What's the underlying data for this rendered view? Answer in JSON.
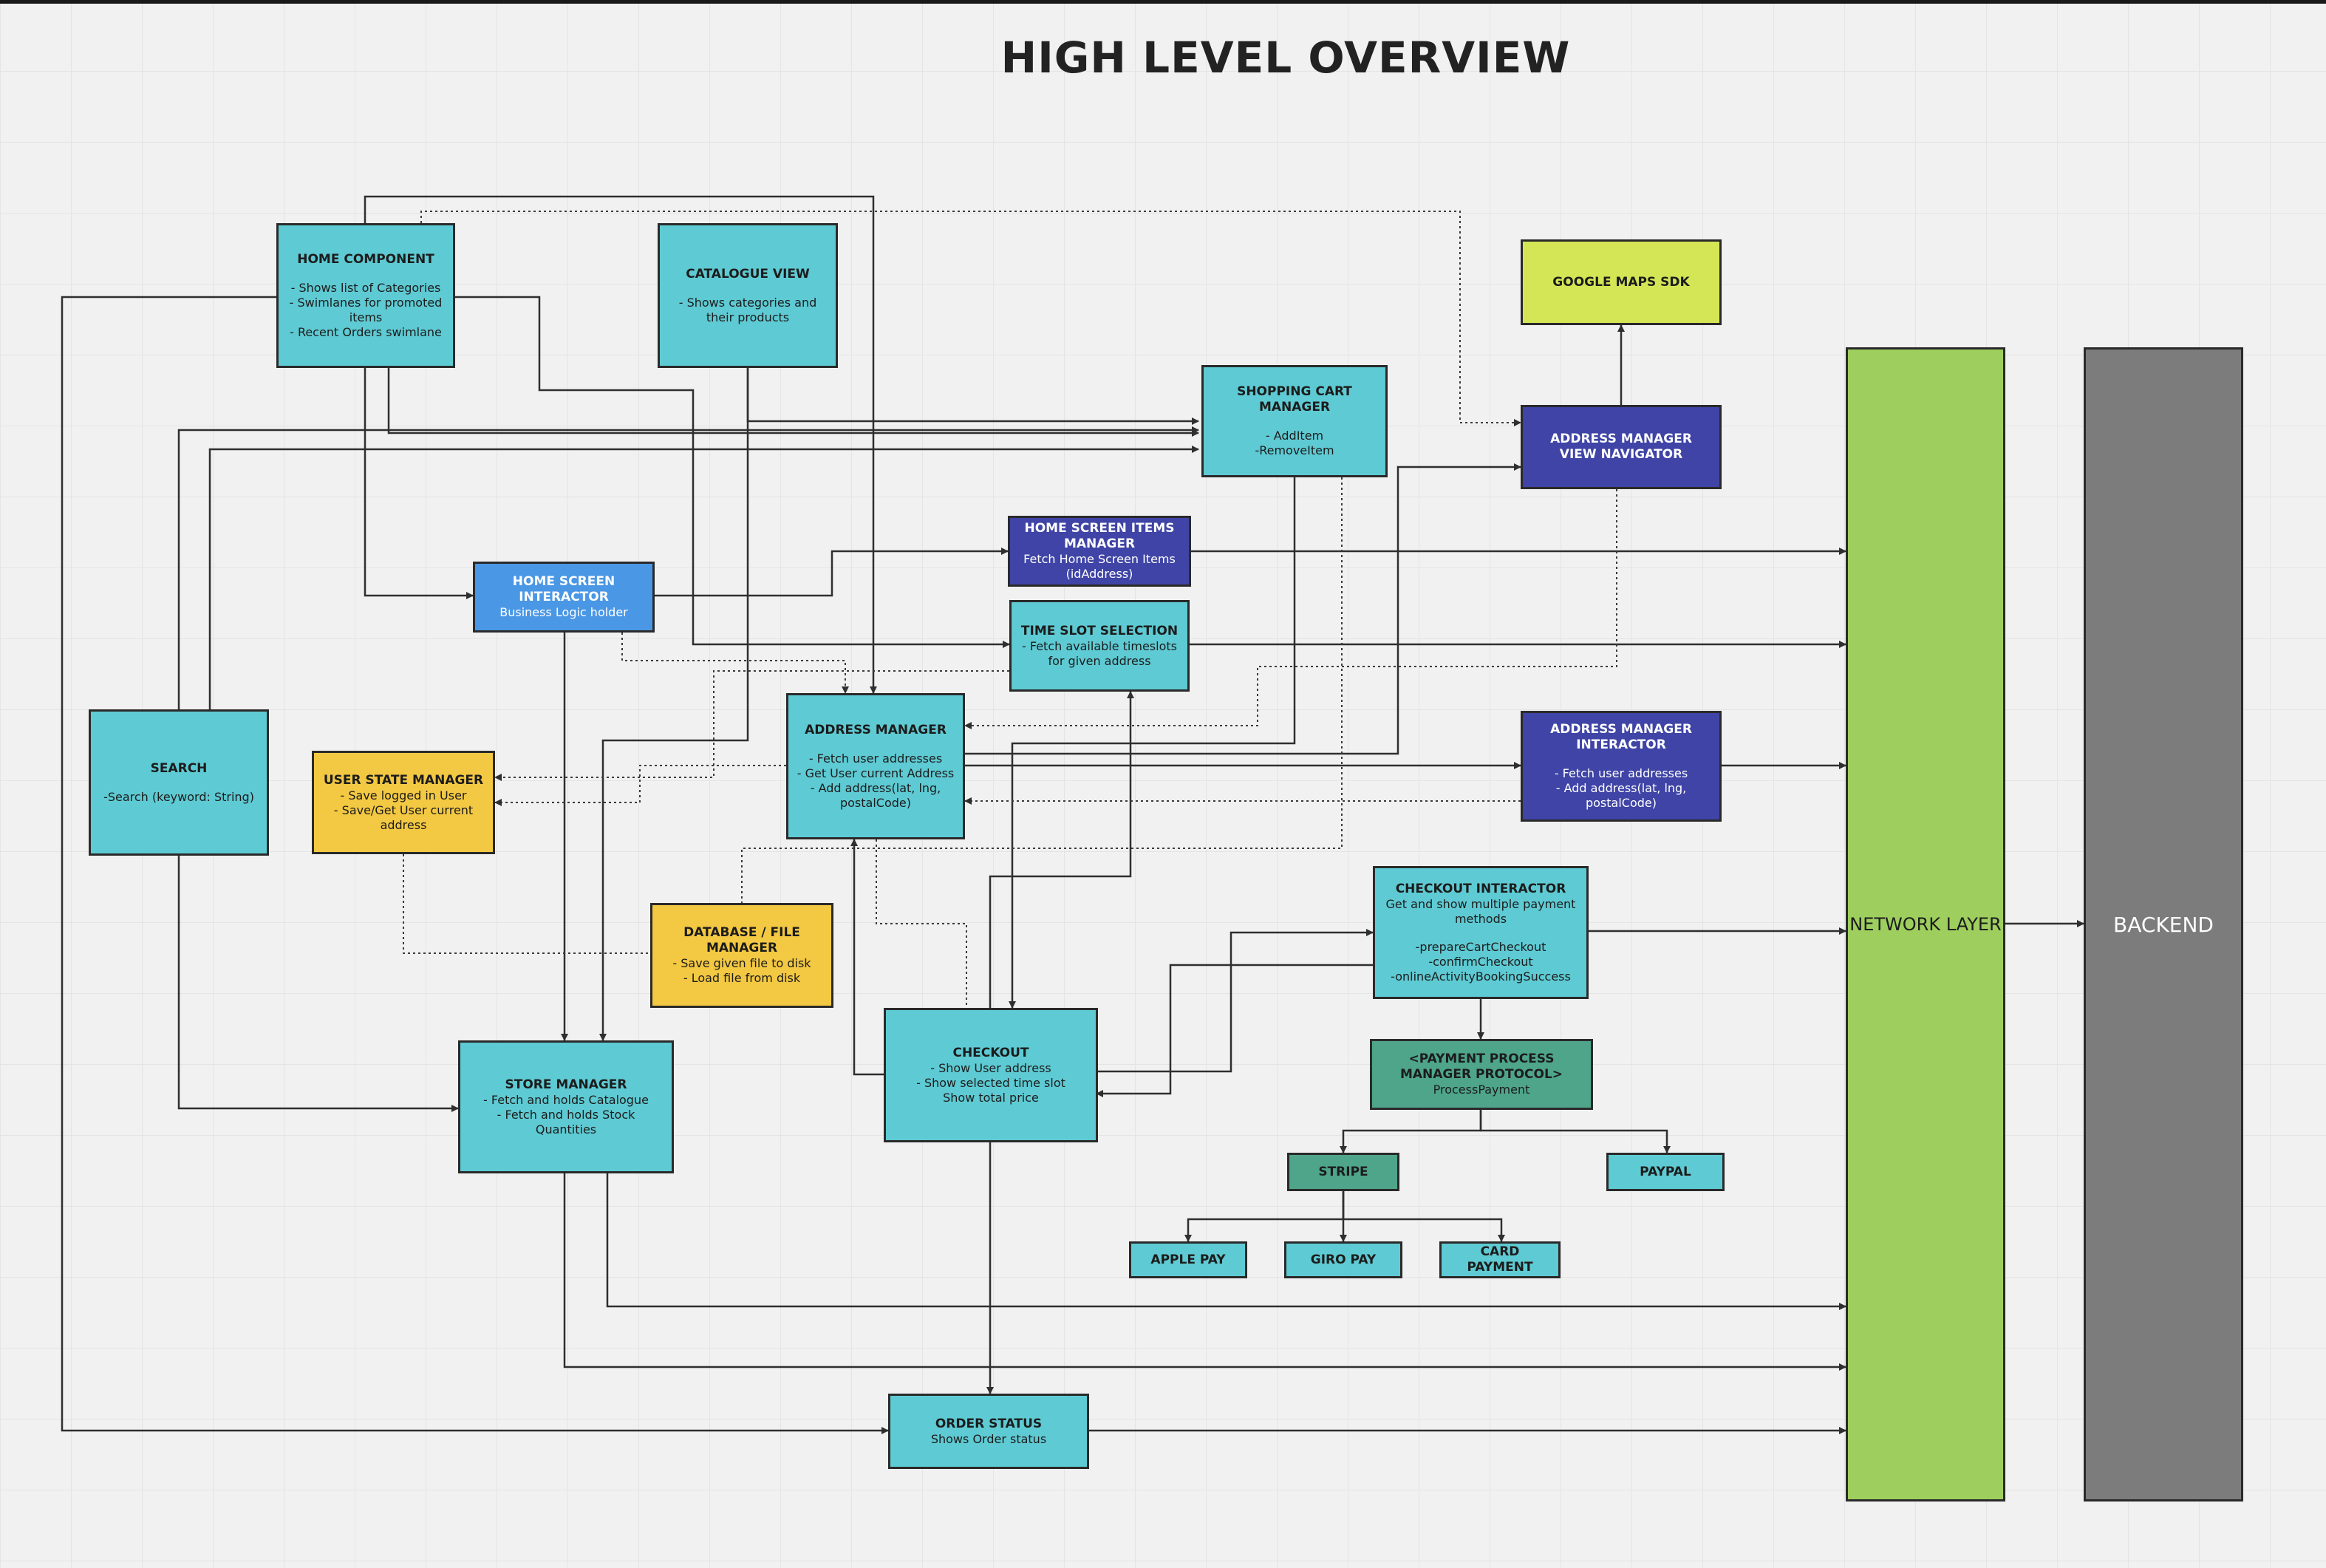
{
  "title": "HIGH LEVEL OVERVIEW",
  "colors": {
    "teal": "#5ecad3",
    "navy": "#3f44a6",
    "blue": "#4a97e5",
    "yellow": "#f3c842",
    "lime": "#d4e655",
    "green": "#9ecf5e",
    "protocol_green": "#4ea589",
    "backend_gray": "#7c7c7c"
  },
  "nodes": {
    "home_component": {
      "title": "HOME COMPONENT",
      "lines": [
        "- Shows list of Categories",
        "- Swimlanes for promoted items",
        "- Recent Orders swimlane"
      ]
    },
    "catalogue_view": {
      "title": "CATALOGUE VIEW",
      "lines": [
        "- Shows categories and their products"
      ]
    },
    "shopping_cart_manager": {
      "title": "SHOPPING CART MANAGER",
      "lines": [
        "- AddItem",
        "-RemoveItem"
      ]
    },
    "google_maps_sdk": {
      "title": "GOOGLE MAPS SDK"
    },
    "address_manager_view_navigator": {
      "title": "ADDRESS MANAGER VIEW NAVIGATOR"
    },
    "home_screen_items_manager": {
      "title": "HOME SCREEN ITEMS MANAGER",
      "lines": [
        "Fetch Home Screen Items (idAddress)"
      ]
    },
    "home_screen_interactor": {
      "title": "HOME SCREEN INTERACTOR",
      "lines": [
        "Business Logic holder"
      ]
    },
    "time_slot_selection": {
      "title": "TIME SLOT SELECTION",
      "lines": [
        "- Fetch available timeslots for given address"
      ]
    },
    "address_manager": {
      "title": "ADDRESS MANAGER",
      "lines": [
        "- Fetch user addresses",
        "- Get User current Address",
        "- Add address(lat, lng, postalCode)"
      ]
    },
    "address_manager_interactor": {
      "title": "ADDRESS MANAGER INTERACTOR",
      "lines": [
        "- Fetch user addresses",
        "- Add address(lat, lng, postalCode)"
      ]
    },
    "search": {
      "title": "SEARCH",
      "lines": [
        "-Search (keyword: String)"
      ]
    },
    "user_state_manager": {
      "title": "USER STATE MANAGER",
      "lines": [
        "- Save logged in User",
        "- Save/Get User current address"
      ]
    },
    "database_file_manager": {
      "title": "DATABASE / FILE MANAGER",
      "lines": [
        "- Save given file to disk",
        "- Load file from disk"
      ]
    },
    "checkout_interactor": {
      "title": "CHECKOUT INTERACTOR",
      "lines": [
        "Get and show multiple payment methods",
        "-prepareCartCheckout",
        "-confirmCheckout",
        "-onlineActivityBookingSuccess"
      ]
    },
    "payment_process_manager": {
      "title": "<PAYMENT PROCESS MANAGER PROTOCOL>",
      "lines": [
        "ProcessPayment"
      ]
    },
    "store_manager": {
      "title": "STORE MANAGER",
      "lines": [
        "- Fetch and holds Catalogue",
        "- Fetch and holds Stock Quantities"
      ]
    },
    "checkout": {
      "title": "CHECKOUT",
      "lines": [
        "- Show User address",
        "- Show selected time slot",
        "Show total price"
      ]
    },
    "stripe": {
      "title": "STRIPE"
    },
    "paypal": {
      "title": "PAYPAL"
    },
    "apple_pay": {
      "title": "APPLE PAY"
    },
    "giro_pay": {
      "title": "GIRO PAY"
    },
    "card_payment": {
      "title": "CARD PAYMENT"
    },
    "order_status": {
      "title": "ORDER STATUS",
      "lines": [
        "Shows Order status"
      ]
    },
    "network_layer": {
      "title": "NETWORK LAYER"
    },
    "backend": {
      "title": "BACKEND"
    }
  }
}
